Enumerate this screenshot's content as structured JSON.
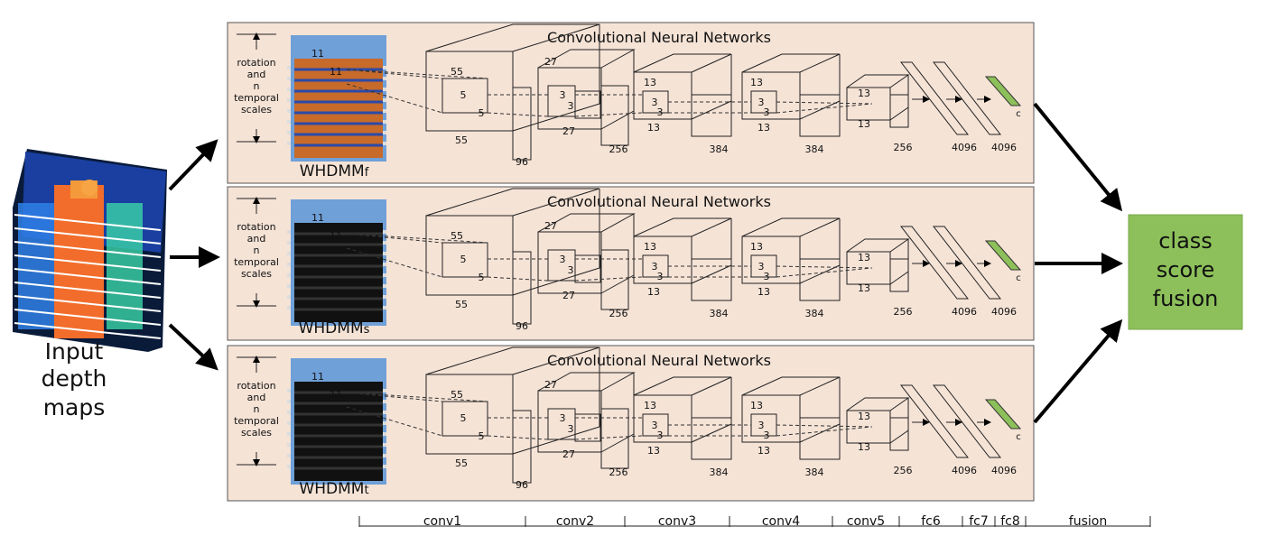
{
  "input": {
    "label_lines": [
      "Input",
      "depth",
      "maps"
    ]
  },
  "fusion_box": {
    "label_lines": [
      "class",
      "score",
      "fusion"
    ],
    "color": "#8dc05a"
  },
  "panel_color": "#f5e3d6",
  "stacks": [
    {
      "title": "Convolutional Neural Networks",
      "scale_label": [
        "rotation",
        "and",
        "n",
        "temporal",
        "scales"
      ],
      "map_name": "WHDMM",
      "map_sub": "f"
    },
    {
      "title": "Convolutional Neural Networks",
      "scale_label": [
        "rotation",
        "and",
        "n",
        "temporal",
        "scales"
      ],
      "map_name": "WHDMM",
      "map_sub": "s"
    },
    {
      "title": "Convolutional Neural Networks",
      "scale_label": [
        "rotation",
        "and",
        "n",
        "temporal",
        "scales"
      ],
      "map_name": "WHDMM",
      "map_sub": "t"
    }
  ],
  "layer_labels": {
    "kernel_11": "11",
    "conv1": {
      "size": "55",
      "kernel": "5",
      "depth": "96"
    },
    "conv2": {
      "size": "27",
      "kernel": "3",
      "depth": "256"
    },
    "conv3": {
      "size": "13",
      "kernel": "3",
      "depth": "384"
    },
    "conv4": {
      "size": "13",
      "kernel": "3",
      "depth": "384"
    },
    "conv5": {
      "size": "13",
      "depth": "256"
    },
    "fc6": "4096",
    "fc7": "4096",
    "fc8": "c"
  },
  "bottom_axis": [
    "conv1",
    "conv2",
    "conv3",
    "conv4",
    "conv5",
    "fc6",
    "fc7",
    "fc8",
    "fusion"
  ]
}
